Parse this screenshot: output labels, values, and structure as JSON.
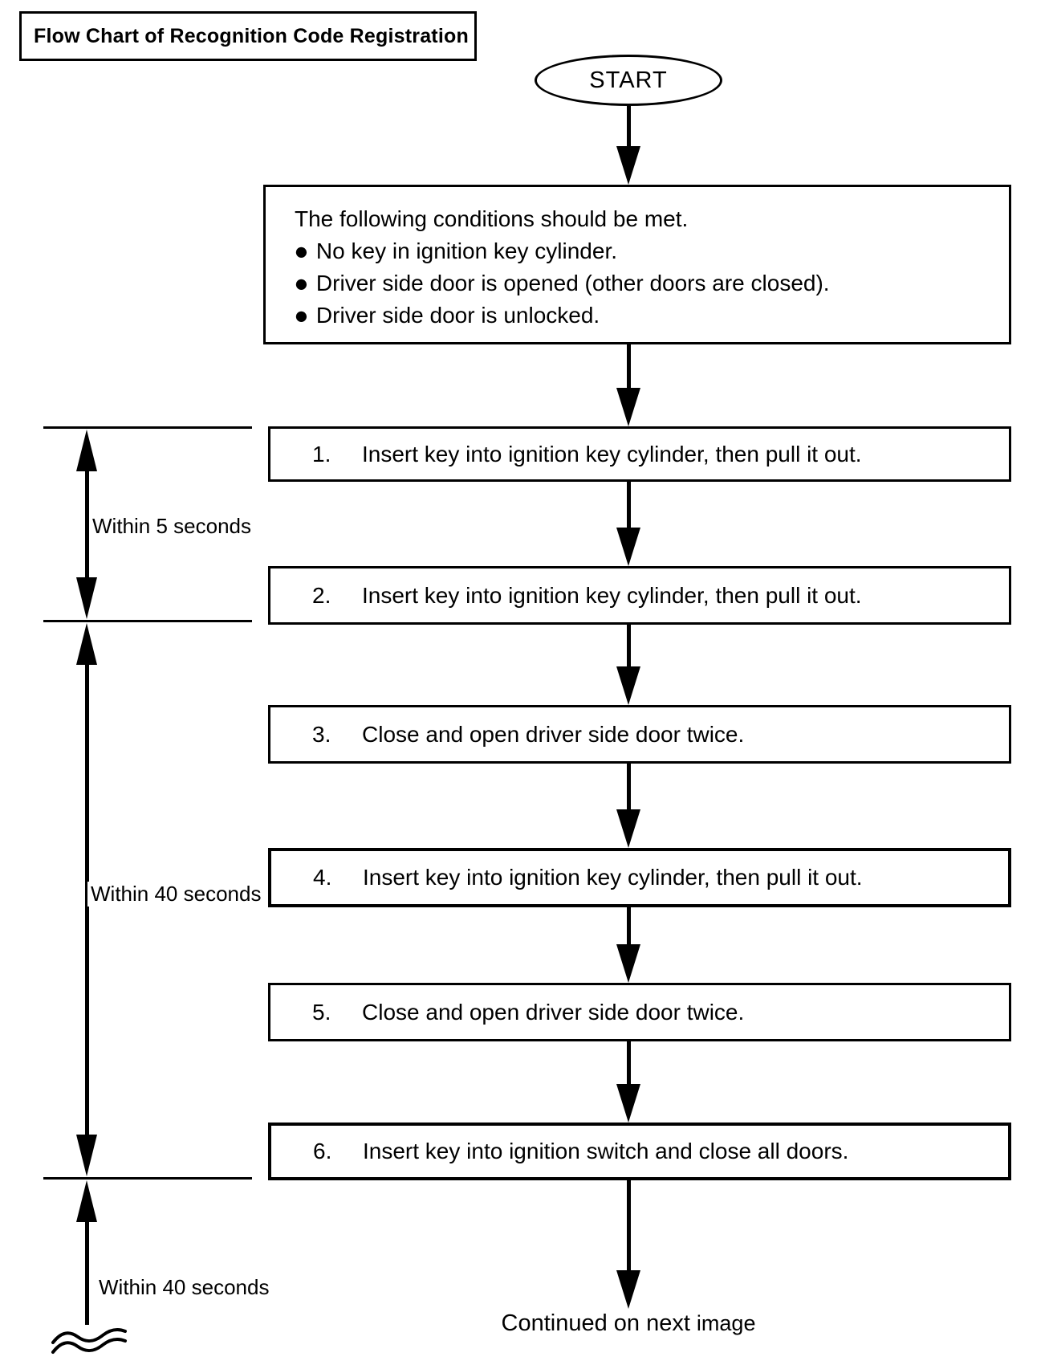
{
  "page": {
    "title": "Flow Chart of Recognition Code Registration"
  },
  "flow": {
    "start_label": "START",
    "conditions": {
      "intro": "The following conditions should be met.",
      "bullet_char": "●",
      "items": [
        "No key in ignition key cylinder.",
        "Driver side door is opened (other doors are closed).",
        "Driver side door is unlocked."
      ]
    },
    "steps": [
      {
        "num": "1.",
        "text": "Insert key into ignition key cylinder, then pull it out."
      },
      {
        "num": "2.",
        "text": "Insert key into ignition key cylinder, then pull it out."
      },
      {
        "num": "3.",
        "text": "Close and open driver side door twice."
      },
      {
        "num": "4.",
        "text": "Insert key into ignition key cylinder, then pull it out."
      },
      {
        "num": "5.",
        "text": "Close and open driver side door twice."
      },
      {
        "num": "6.",
        "text": "Insert key into ignition switch and close all doors."
      }
    ],
    "continued_main": "Continued on next",
    "continued_suffix": "image"
  },
  "timing_labels": [
    {
      "label": "Within 5 seconds"
    },
    {
      "label": "Within 40 seconds"
    },
    {
      "label": "Within 40 seconds"
    }
  ],
  "colors": {
    "ink": "#000000",
    "background": "#ffffff"
  }
}
